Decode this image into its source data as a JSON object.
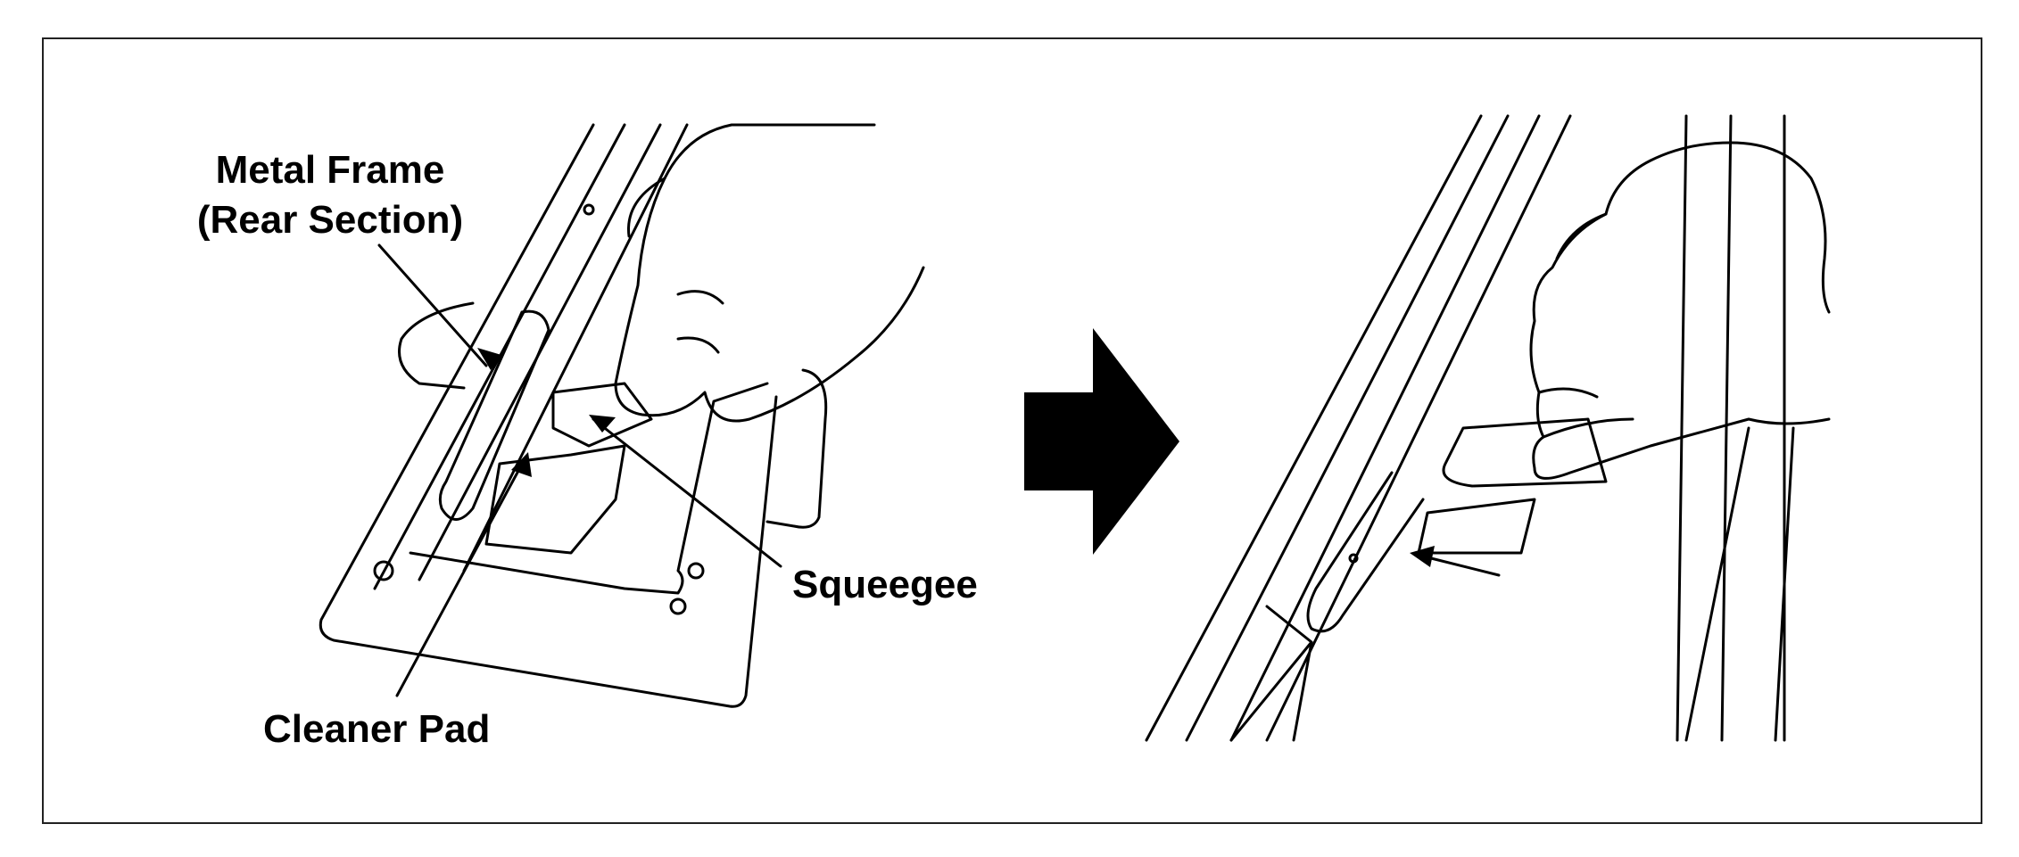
{
  "illustration": {
    "labels": {
      "metal_frame_line1": "Metal Frame",
      "metal_frame_line2": "(Rear Section)",
      "squeegee": "Squeegee",
      "cleaner_pad": "Cleaner Pad"
    },
    "icons": {
      "transition": "right-arrow-icon",
      "direction": "wipe-direction-arrow-icon"
    },
    "colors": {
      "line": "#000000",
      "background": "#ffffff",
      "border": "#222222"
    }
  }
}
